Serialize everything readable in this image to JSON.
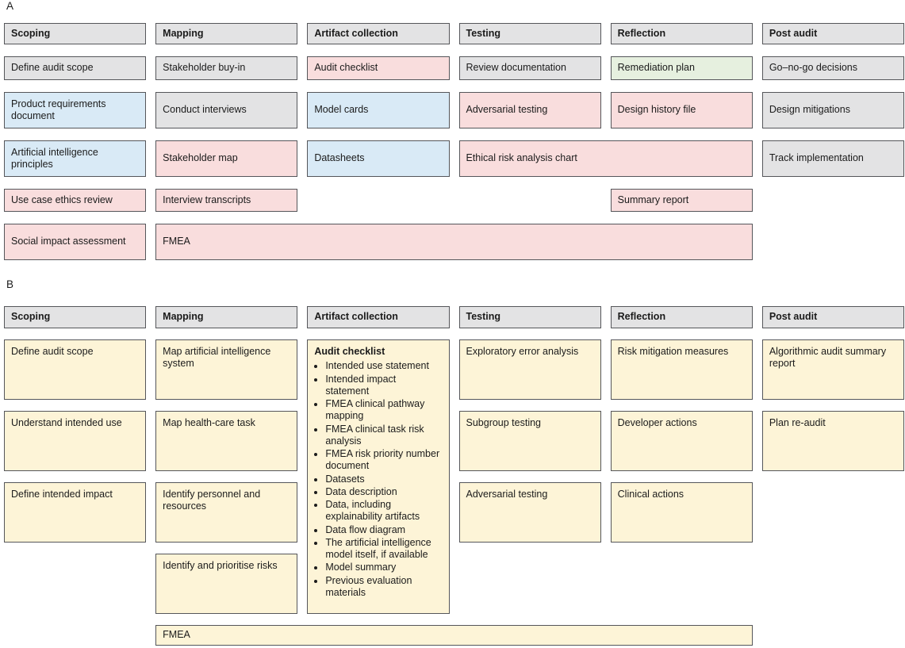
{
  "colors": {
    "grey": "#e3e3e4",
    "blue": "#d9eaf6",
    "pink": "#f9dddd",
    "green": "#e6f0df",
    "cream": "#fdf4d7",
    "border": "#55565a"
  },
  "panelA": {
    "label": "A",
    "headers": [
      "Scoping",
      "Mapping",
      "Artifact collection",
      "Testing",
      "Reflection",
      "Post audit"
    ],
    "boxes": [
      {
        "label": "Define audit scope",
        "color": "grey"
      },
      {
        "label": "Stakeholder buy-in",
        "color": "grey"
      },
      {
        "label": "Audit checklist",
        "color": "pink"
      },
      {
        "label": "Review documentation",
        "color": "grey"
      },
      {
        "label": "Remediation plan",
        "color": "green"
      },
      {
        "label": "Go–no-go decisions",
        "color": "grey"
      },
      {
        "label": "Product requirements document",
        "color": "blue"
      },
      {
        "label": "Conduct interviews",
        "color": "grey"
      },
      {
        "label": "Model cards",
        "color": "blue"
      },
      {
        "label": "Adversarial testing",
        "color": "pink"
      },
      {
        "label": "Design history file",
        "color": "pink"
      },
      {
        "label": "Design mitigations",
        "color": "grey"
      },
      {
        "label": "Artificial intelligence principles",
        "color": "blue"
      },
      {
        "label": "Stakeholder map",
        "color": "pink"
      },
      {
        "label": "Datasheets",
        "color": "blue"
      },
      {
        "label": "Ethical risk analysis chart",
        "color": "pink"
      },
      {
        "label": "Track implementation",
        "color": "grey"
      },
      {
        "label": "Use case ethics review",
        "color": "pink"
      },
      {
        "label": "Interview transcripts",
        "color": "pink"
      },
      {
        "label": "Summary report",
        "color": "pink"
      },
      {
        "label": "Social impact assessment",
        "color": "pink"
      },
      {
        "label": "FMEA",
        "color": "pink"
      }
    ]
  },
  "panelB": {
    "label": "B",
    "headers": [
      "Scoping",
      "Mapping",
      "Artifact collection",
      "Testing",
      "Reflection",
      "Post audit"
    ],
    "boxes": [
      {
        "label": "Define audit scope",
        "color": "cream"
      },
      {
        "label": "Map artificial intelligence system",
        "color": "cream"
      },
      {
        "label": "Exploratory error analysis",
        "color": "cream"
      },
      {
        "label": "Risk mitigation measures",
        "color": "cream"
      },
      {
        "label": "Algorithmic audit summary report",
        "color": "cream"
      },
      {
        "label": "Understand intended use",
        "color": "cream"
      },
      {
        "label": "Map health-care task",
        "color": "cream"
      },
      {
        "label": "Subgroup testing",
        "color": "cream"
      },
      {
        "label": "Developer actions",
        "color": "cream"
      },
      {
        "label": "Plan re-audit",
        "color": "cream"
      },
      {
        "label": "Define intended impact",
        "color": "cream"
      },
      {
        "label": "Identify personnel and resources",
        "color": "cream"
      },
      {
        "label": "Adversarial testing",
        "color": "cream"
      },
      {
        "label": "Clinical actions",
        "color": "cream"
      },
      {
        "label": "Identify and prioritise risks",
        "color": "cream"
      },
      {
        "label": "FMEA",
        "color": "cream"
      }
    ],
    "audit_checklist": {
      "title": "Audit checklist",
      "color": "cream",
      "items": [
        "Intended use statement",
        "Intended impact statement",
        "FMEA clinical pathway mapping",
        "FMEA clinical task risk analysis",
        "FMEA risk priority number document",
        "Datasets",
        "Data description",
        "Data, including explainability artifacts",
        "Data flow diagram",
        "The artificial intelligence model itself, if available",
        "Model summary",
        "Previous evaluation materials"
      ]
    }
  }
}
